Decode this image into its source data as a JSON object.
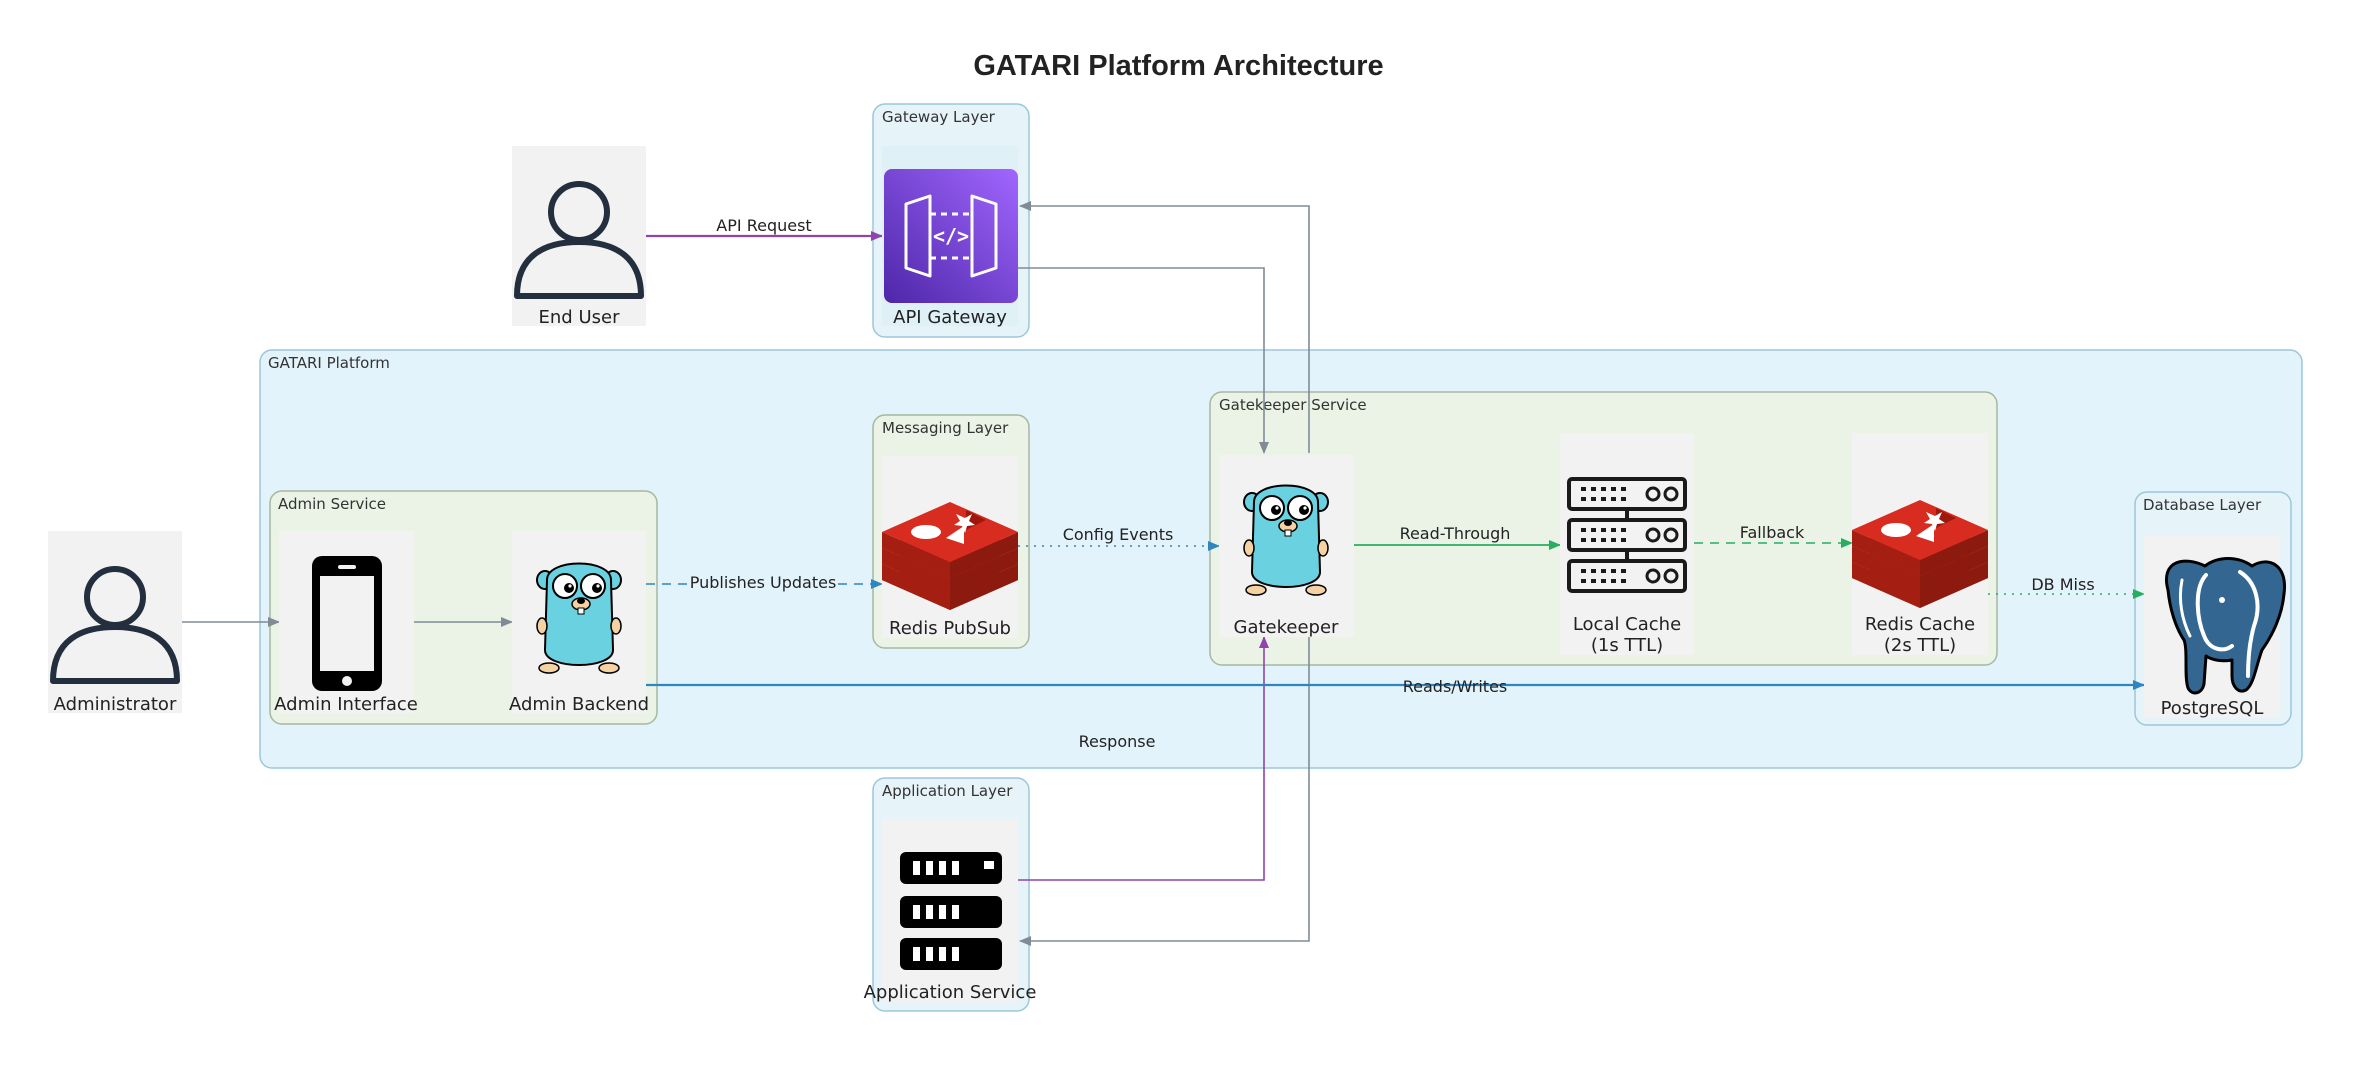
{
  "title": "GATARI Platform Architecture",
  "clusters": {
    "platform": "GATARI Platform",
    "gateway": "Gateway Layer",
    "admin": "Admin Service",
    "messaging": "Messaging Layer",
    "gatekeeper": "Gatekeeper Service",
    "database": "Database Layer",
    "application": "Application Layer"
  },
  "nodes": {
    "end_user": "End User",
    "api_gateway": "API Gateway",
    "administrator": "Administrator",
    "admin_interface": "Admin Interface",
    "admin_backend": "Admin Backend",
    "redis_pubsub": "Redis PubSub",
    "gatekeeper": "Gatekeeper",
    "local_cache_line1": "Local Cache",
    "local_cache_line2": "(1s TTL)",
    "redis_cache_line1": "Redis Cache",
    "redis_cache_line2": "(2s TTL)",
    "postgresql": "PostgreSQL",
    "application_service": "Application Service"
  },
  "edges": {
    "api_request": "API Request",
    "publishes_updates": "Publishes Updates",
    "config_events": "Config Events",
    "read_through": "Read-Through",
    "fallback": "Fallback",
    "db_miss": "DB Miss",
    "reads_writes": "Reads/Writes",
    "response": "Response"
  },
  "colors": {
    "platform_fill": "#e3f3fb",
    "layer_fill": "#e6f4fa",
    "service_fill": "#ebf3e6",
    "icon_bg": "#f2f2f2",
    "edge_gray": "#808b96",
    "edge_purple": "#8e44ad",
    "edge_blue": "#2e86c1",
    "edge_green": "#27ae60",
    "redis_red": "#d82c20",
    "gopher_blue": "#6ad1e0",
    "postgres_blue": "#336791",
    "aws_purple": "#8c4fff"
  },
  "icons": {
    "end_user": "user-icon",
    "administrator": "user-icon",
    "api_gateway": "api-gateway-icon",
    "admin_interface": "mobile-phone-icon",
    "admin_backend": "go-gopher-icon",
    "redis_pubsub": "redis-icon",
    "gatekeeper": "go-gopher-icon",
    "local_cache": "server-rack-icon",
    "redis_cache": "redis-icon",
    "postgresql": "postgresql-elephant-icon",
    "application_service": "server-stack-icon"
  }
}
